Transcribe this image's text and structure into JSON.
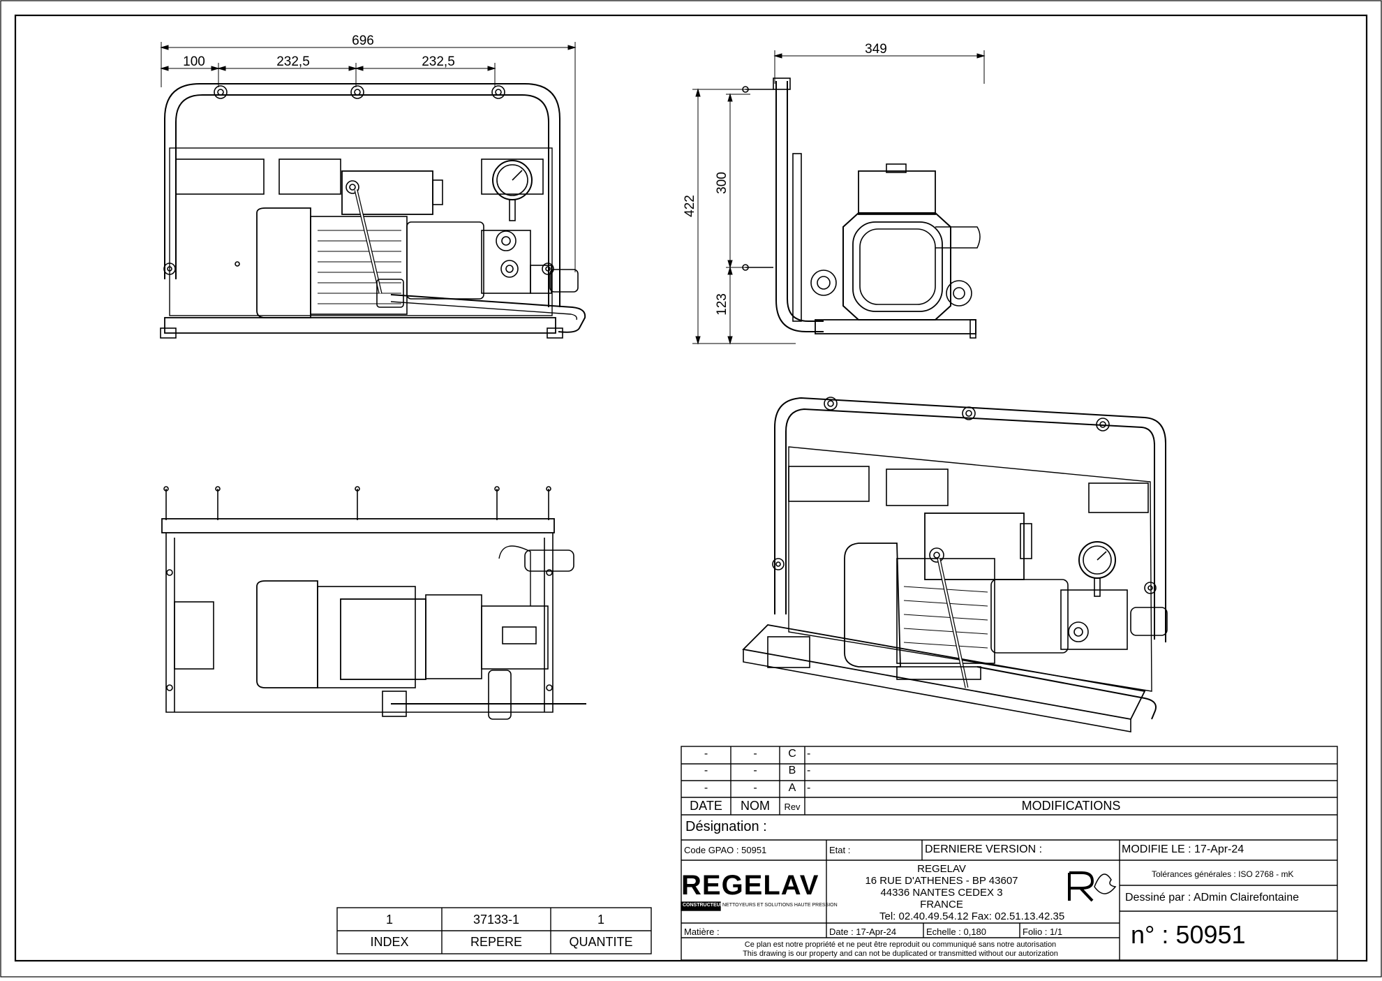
{
  "views": {
    "front": {
      "dim_overall": "696",
      "dim_left": "100",
      "dim_mid1": "232,5",
      "dim_mid2": "232,5"
    },
    "side": {
      "dim_width": "349",
      "dim_height": "422",
      "dim_upper": "300",
      "dim_lower": "123"
    }
  },
  "revision_table": {
    "rows": [
      {
        "date": "-",
        "nom": "-",
        "rev": "C",
        "mod": "-"
      },
      {
        "date": "-",
        "nom": "-",
        "rev": "B",
        "mod": "-"
      },
      {
        "date": "-",
        "nom": "-",
        "rev": "A",
        "mod": "-"
      }
    ],
    "headers": {
      "date": "DATE",
      "nom": "NOM",
      "rev": "Rev",
      "mod": "MODIFICATIONS"
    }
  },
  "title_block": {
    "designation_label": "Désignation :",
    "code_gpao": "Code GPAO : 50951",
    "etat": "Etat :",
    "derniere_version": "DERNIERE VERSION :",
    "modifie_le": "MODIFIE LE : 17-Apr-24",
    "company_logo": "REGELAV",
    "company_tagline_box": "CONSTRUCTEUR",
    "company_tagline": "NETTOYEURS ET SOLUTIONS HAUTE PRESSION",
    "address": [
      "REGELAV",
      "16 RUE D'ATHENES - BP 43607",
      "44336 NANTES CEDEX 3",
      "FRANCE"
    ],
    "tel": "Tel:  02.40.49.54.12  Fax:  02.51.13.42.35",
    "tolerances": "Tolérances générales : ISO 2768 - mK",
    "dessine_par": "Dessiné par : ADmin Clairefontaine",
    "matiere": "Matière :",
    "date": "Date : 17-Apr-24",
    "echelle": "Echelle : 0,180",
    "folio": "Folio : 1/1",
    "numero": "n° : 50951",
    "disclaimer_fr": "Ce plan est notre propriété et ne peut être reproduit ou communiqué sans notre autorisation",
    "disclaimer_en": "This drawing is our property and can not be duplicated or transmitted without our autorization"
  },
  "parts_list": {
    "values": {
      "index": "1",
      "repere": "37133-1",
      "quantite": "1"
    },
    "headers": {
      "index": "INDEX",
      "repere": "REPERE",
      "quantite": "QUANTITE"
    }
  }
}
